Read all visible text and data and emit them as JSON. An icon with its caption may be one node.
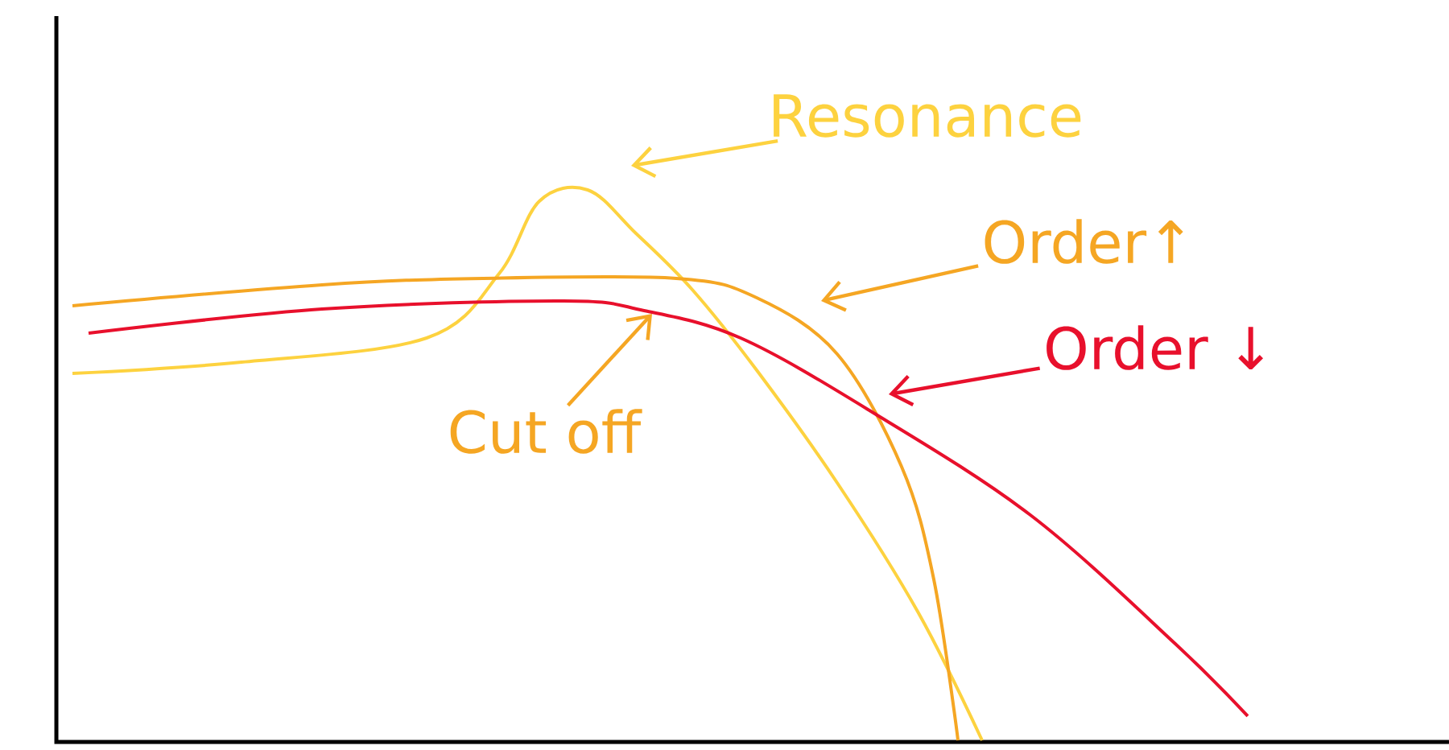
{
  "diagram": {
    "nodes": [
      {
        "text": [
          "Resonance"
        ]
      },
      {
        "text": [
          "Order↑"
        ]
      },
      {
        "text": [
          "Order ↓"
        ]
      },
      {
        "text": [
          "Cut off"
        ]
      }
    ],
    "edges": [
      {
        "from": 0,
        "to": null,
        "arrow": "to",
        "color": "#fdd23f"
      },
      {
        "from": 1,
        "to": null,
        "arrow": "to"
      },
      {
        "from": 2,
        "to": null,
        "arrow": "to",
        "color": "#e8102c"
      },
      {
        "from": 3,
        "to": null,
        "arrow": "to"
      }
    ]
  }
}
